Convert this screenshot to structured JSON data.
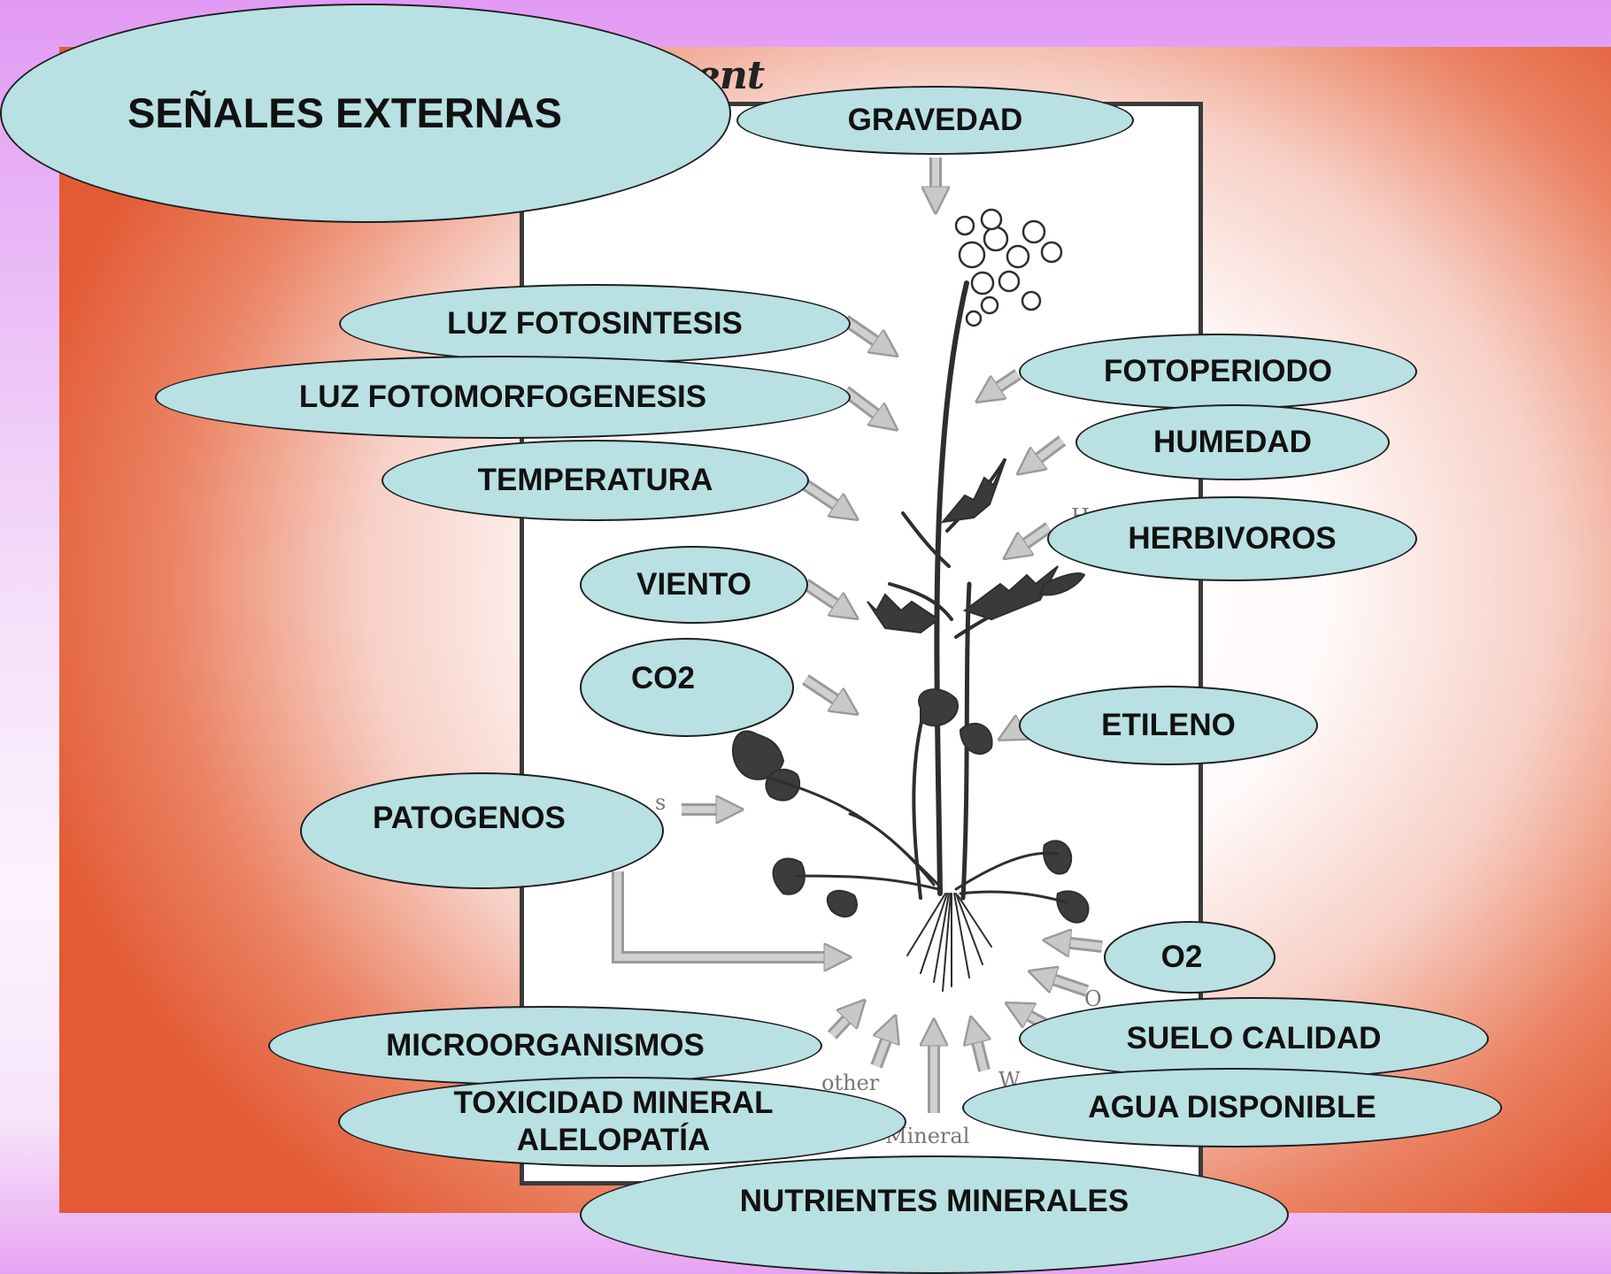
{
  "title": "SEÑALES EXTERNAS",
  "figure_title": "oment",
  "figure_fragments": {
    "left_arrow_label": "s",
    "bottom_left": "other",
    "bottom_mid": "Mineral",
    "bottom_right": "W",
    "right_h": "H",
    "right_o": "O"
  },
  "signals": {
    "gravedad": "GRAVEDAD",
    "luz_fotosintesis": "LUZ  FOTOSINTESIS",
    "luz_fotomorfogenesis": "LUZ  FOTOMORFOGENESIS",
    "temperatura": "TEMPERATURA",
    "viento": "VIENTO",
    "co2": "CO2",
    "patogenos": "PATOGENOS",
    "microorganismos": "MICROORGANISMOS",
    "toxicidad": "TOXICIDAD MINERAL\nALELOPATÍA",
    "nutrientes": "NUTRIENTES MINERALES",
    "fotoperiodo": "FOTOPERIODO",
    "humedad": "HUMEDAD",
    "herbivoros": "HERBIVOROS",
    "etileno": "ETILENO",
    "o2": "O2",
    "suelo": "SUELO CALIDAD",
    "agua": "AGUA  DISPONIBLE"
  }
}
